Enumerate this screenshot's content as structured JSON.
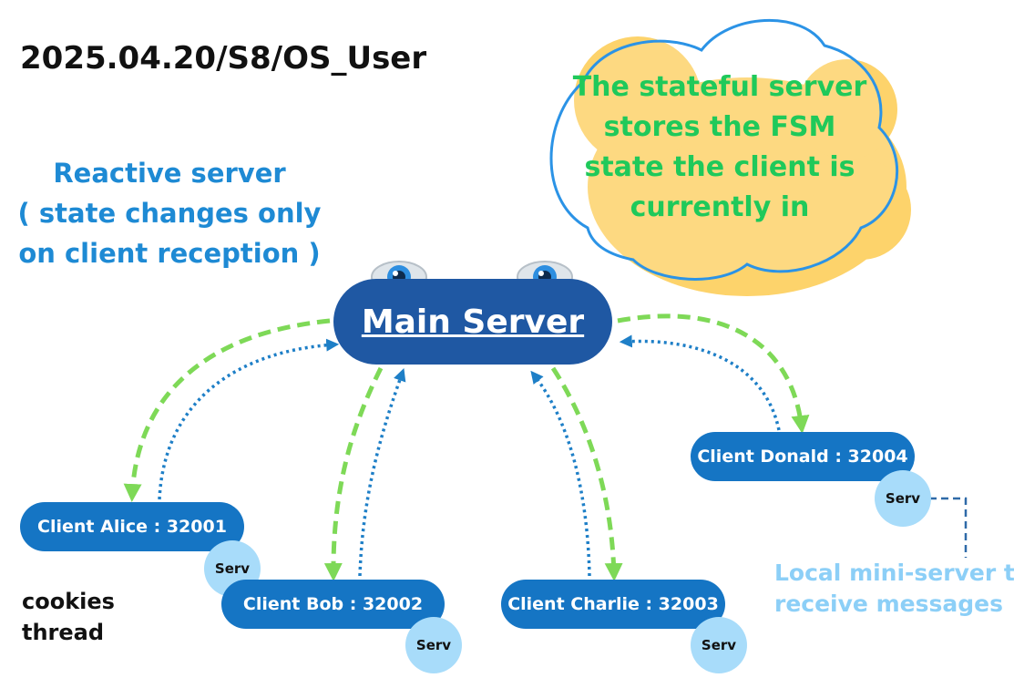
{
  "title": "2025.04.20/S8/OS_User",
  "reactive_note": {
    "lines": [
      "Reactive server",
      "( state changes only",
      "on client reception )"
    ]
  },
  "cloud_note": {
    "lines": [
      "The stateful server",
      "stores the FSM",
      "state the client is",
      "currently in"
    ]
  },
  "main_server": {
    "label": "Main Server"
  },
  "clients": [
    {
      "label": "Client Alice : 32001",
      "serv_label": "Serv"
    },
    {
      "label": "Client Bob : 32002",
      "serv_label": "Serv"
    },
    {
      "label": "Client Charlie : 32003",
      "serv_label": "Serv"
    },
    {
      "label": "Client Donald : 32004",
      "serv_label": "Serv"
    }
  ],
  "side_note": {
    "lines": [
      "cookies",
      "thread"
    ]
  },
  "local_note": {
    "lines": [
      "Local mini-server to",
      "receive messages"
    ]
  },
  "colors": {
    "request_arrow": "#7ed957",
    "response_arrow": "#1e7fc7",
    "client_box": "#1575c4",
    "main_server_box": "#1f58a3",
    "serv_circle": "#a8dcfa",
    "cloud_fill": "#fdd36b",
    "cloud_outline": "#2b93e6",
    "cloud_text": "#1fc95a",
    "reactive_text": "#1e8ad4",
    "local_note_text": "#8ccff7"
  },
  "icons": [
    "eye-icon",
    "eye-icon"
  ]
}
